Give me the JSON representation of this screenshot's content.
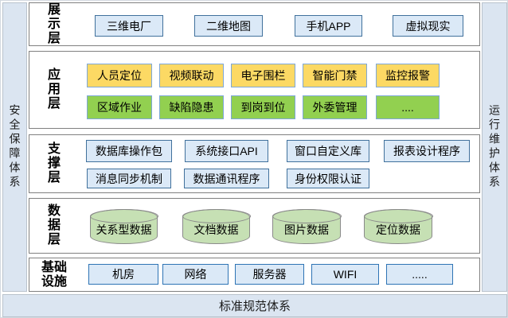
{
  "frame": {
    "left_strip": "安全保障体系",
    "right_strip": "运行维护体系",
    "bottom_bar": "标准规范体系"
  },
  "layers": [
    {
      "name": "display-layer",
      "label": "展示层",
      "label_lines": [
        "展",
        "示",
        "层"
      ],
      "rows": [
        {
          "style": "lightblue",
          "boxes": [
            "三维电厂",
            "二维地图",
            "手机APP",
            "虚拟现实"
          ]
        }
      ]
    },
    {
      "name": "application-layer",
      "label": "应用层",
      "label_lines": [
        "应",
        "用",
        "层"
      ],
      "rows": [
        {
          "style": "yellow",
          "boxes": [
            "人员定位",
            "视频联动",
            "电子围栏",
            "智能门禁",
            "监控报警"
          ]
        },
        {
          "style": "green",
          "boxes": [
            "区域作业",
            "缺陷隐患",
            "到岗到位",
            "外委管理",
            "...."
          ]
        }
      ]
    },
    {
      "name": "support-layer",
      "label": "支撑层",
      "label_lines": [
        "支",
        "撑",
        "层"
      ],
      "rows": [
        {
          "style": "lightblue",
          "boxes": [
            "数据库操作包",
            "系统接口API",
            "窗口自定义库",
            "报表设计程序"
          ]
        },
        {
          "style": "lightblue",
          "boxes": [
            "消息同步机制",
            "数据通讯程序",
            "身份权限认证"
          ]
        }
      ]
    },
    {
      "name": "data-layer",
      "label": "数据层",
      "label_lines": [
        "数",
        "据",
        "层"
      ],
      "rows": [
        {
          "style": "cylinder",
          "boxes": [
            "关系型数据",
            "文档数据",
            "图片数据",
            "定位数据"
          ]
        }
      ]
    },
    {
      "name": "infrastructure-layer",
      "label": "基础设施",
      "label_lines": [
        "基础",
        "设施"
      ],
      "rows": [
        {
          "style": "darkblue",
          "boxes": [
            "机房",
            "网络",
            "服务器",
            "WIFI",
            "....."
          ]
        }
      ]
    }
  ],
  "colors": {
    "strip_bg": "#dbe5f1",
    "layer_border": "#808080",
    "box_lightblue": "#dbe9f7",
    "box_yellow": "#fcd964",
    "box_green": "#92d050",
    "box_border_blue": "#41719c",
    "box_border_steel": "#7da7d8",
    "box_border_dark": "#2e74b5",
    "cylinder_fill": "#c6e0b4",
    "cylinder_border": "#8a8a8a"
  }
}
